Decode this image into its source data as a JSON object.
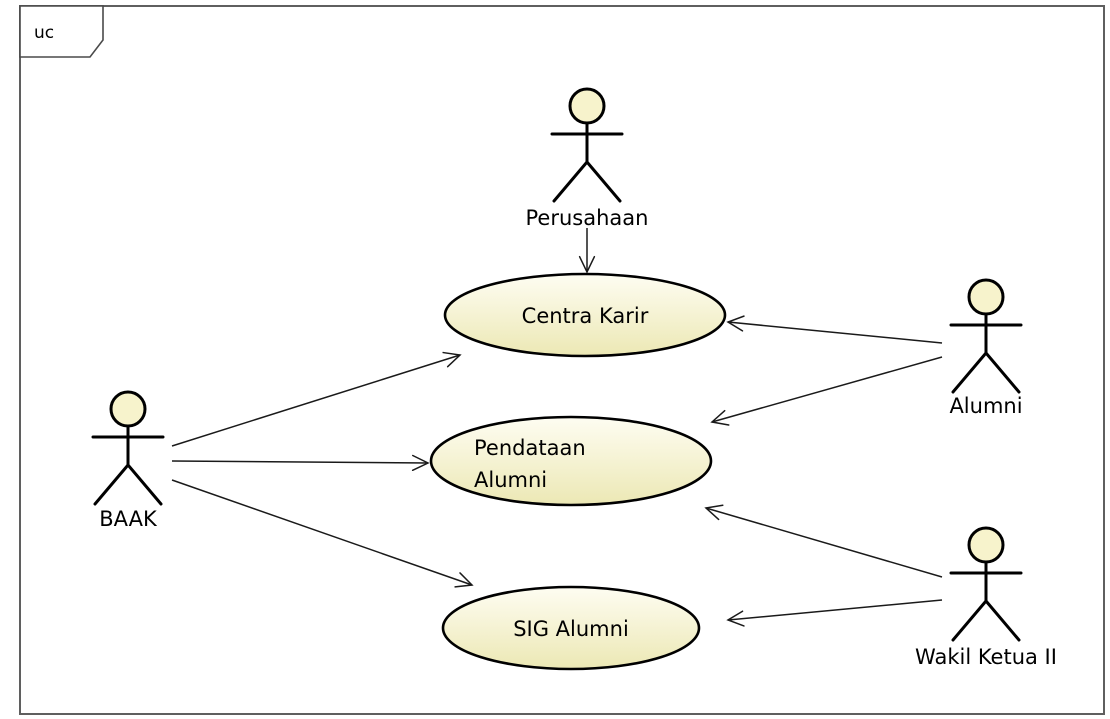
{
  "frame": {
    "label": "uc"
  },
  "actors": [
    {
      "id": "perusahaan",
      "name": "Perusahaan"
    },
    {
      "id": "alumni",
      "name": "Alumni"
    },
    {
      "id": "baak",
      "name": "BAAK"
    },
    {
      "id": "wakil",
      "name": "Wakil Ketua II"
    }
  ],
  "usecases": [
    {
      "id": "centra",
      "lines": [
        "Centra Karir"
      ]
    },
    {
      "id": "pendataan",
      "lines": [
        "Pendataan",
        "Alumni"
      ]
    },
    {
      "id": "sig",
      "lines": [
        "SIG Alumni"
      ]
    }
  ],
  "associations": [
    {
      "from": "perusahaan",
      "to": "centra"
    },
    {
      "from": "alumni",
      "to": "centra"
    },
    {
      "from": "alumni",
      "to": "pendataan"
    },
    {
      "from": "baak",
      "to": "centra"
    },
    {
      "from": "baak",
      "to": "pendataan"
    },
    {
      "from": "baak",
      "to": "sig"
    },
    {
      "from": "wakil",
      "to": "pendataan"
    },
    {
      "from": "wakil",
      "to": "sig"
    }
  ],
  "colors": {
    "usecase_fill_light": "#fefdf2",
    "usecase_fill_dark": "#ece8b4",
    "actor_head": "#f7f3cc"
  }
}
